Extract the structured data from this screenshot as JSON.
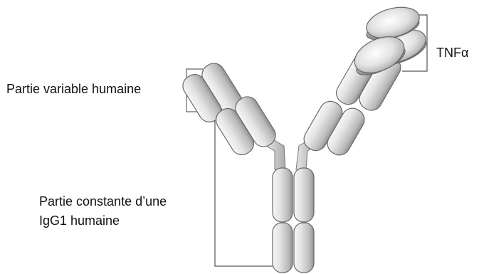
{
  "labels": {
    "antigen": "TNFα",
    "variable_region": "Partie variable humaine",
    "constant_region_line1": "Partie  constante  d’une",
    "constant_region_line2": "IgG1 humaine"
  },
  "colors": {
    "domain_light": "#f4f4f4",
    "domain_mid": "#cfcfcf",
    "domain_dark": "#8c8c8c",
    "outline": "#6a6a6a",
    "bracket": "#555555",
    "text": "#111111"
  }
}
